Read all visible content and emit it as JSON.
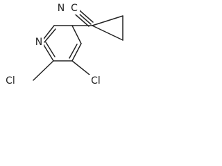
{
  "atoms": {
    "nitrile_n": "N",
    "nitrile_c": "C",
    "ring_n": "N",
    "cl_left": "Cl",
    "cl_right": "Cl"
  }
}
